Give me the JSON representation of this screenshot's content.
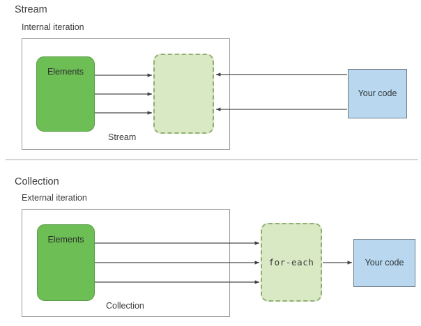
{
  "diagram": {
    "title_semantic": "internal-vs-external-iteration",
    "divider": {
      "name": "section-divider"
    },
    "colors": {
      "elements_fill": "#6cbe55",
      "elements_stroke": "#5a9e49",
      "pipeline_fill": "#d8e9c4",
      "pipeline_stroke": "#8fae73",
      "code_fill": "#b9d8ef",
      "code_stroke": "#6e7a86",
      "frame_stroke": "#9a9a9a",
      "arrow_stroke": "#4a4a4a",
      "text": "#3c3c3c"
    },
    "sections": [
      {
        "id": "stream",
        "title": "Stream",
        "subtitle": "Internal iteration",
        "elements_box": {
          "label": "Elements"
        },
        "pipeline_box": {
          "label": ""
        },
        "inner_caption": "Stream",
        "code_box": {
          "label": "Your code"
        },
        "arrows": {
          "elements_to_pipeline_count": 3,
          "elements_to_pipeline_direction": "right",
          "code_to_pipeline_count": 2,
          "code_to_pipeline_direction": "left"
        }
      },
      {
        "id": "collection",
        "title": "Collection",
        "subtitle": "External iteration",
        "elements_box": {
          "label": "Elements"
        },
        "pipeline_box": {
          "label": "for-each"
        },
        "inner_caption": "Collection",
        "code_box": {
          "label": "Your code"
        },
        "arrows": {
          "elements_to_foreach_count": 3,
          "elements_to_foreach_direction": "right",
          "foreach_to_code_count": 1,
          "foreach_to_code_direction": "right"
        }
      }
    ]
  }
}
